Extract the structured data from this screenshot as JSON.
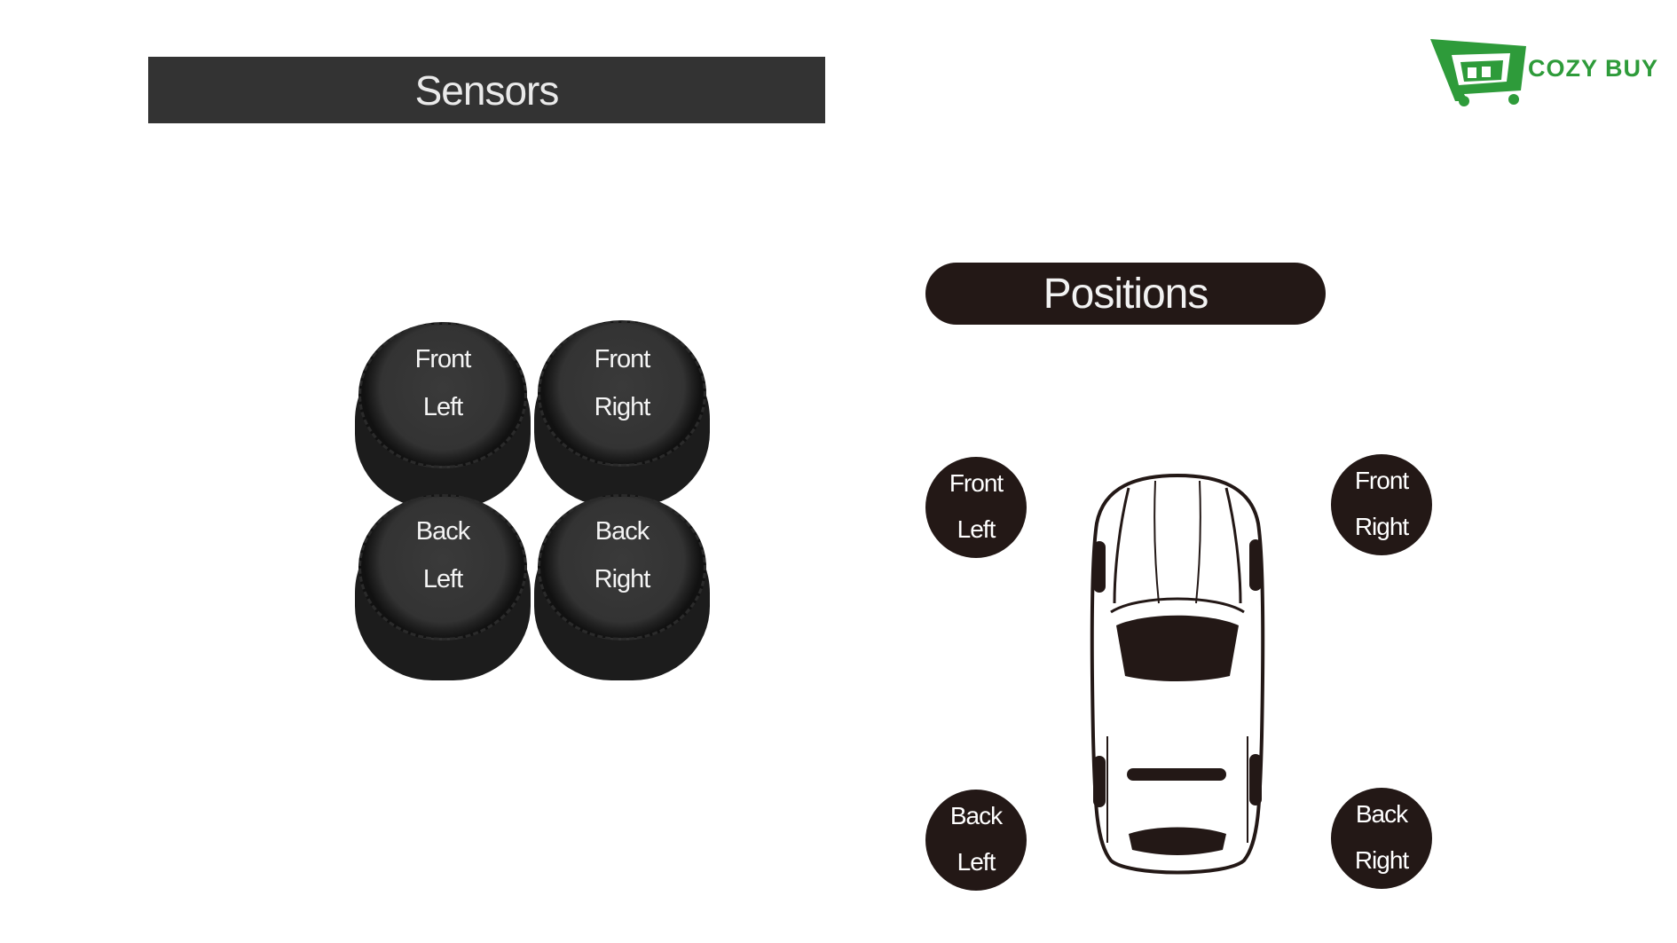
{
  "brand": {
    "name": "COZY BUY",
    "color": "#2e9b3a"
  },
  "sections": {
    "sensors_title": "Sensors",
    "positions_title": "Positions"
  },
  "sensors": [
    {
      "line1": "Front",
      "line2": "Left"
    },
    {
      "line1": "Front",
      "line2": "Right"
    },
    {
      "line1": "Back",
      "line2": "Left"
    },
    {
      "line1": "Back",
      "line2": "Right"
    }
  ],
  "positions": [
    {
      "line1": "Front",
      "line2": "Left"
    },
    {
      "line1": "Front",
      "line2": "Right"
    },
    {
      "line1": "Back",
      "line2": "Left"
    },
    {
      "line1": "Back",
      "line2": "Right"
    }
  ]
}
